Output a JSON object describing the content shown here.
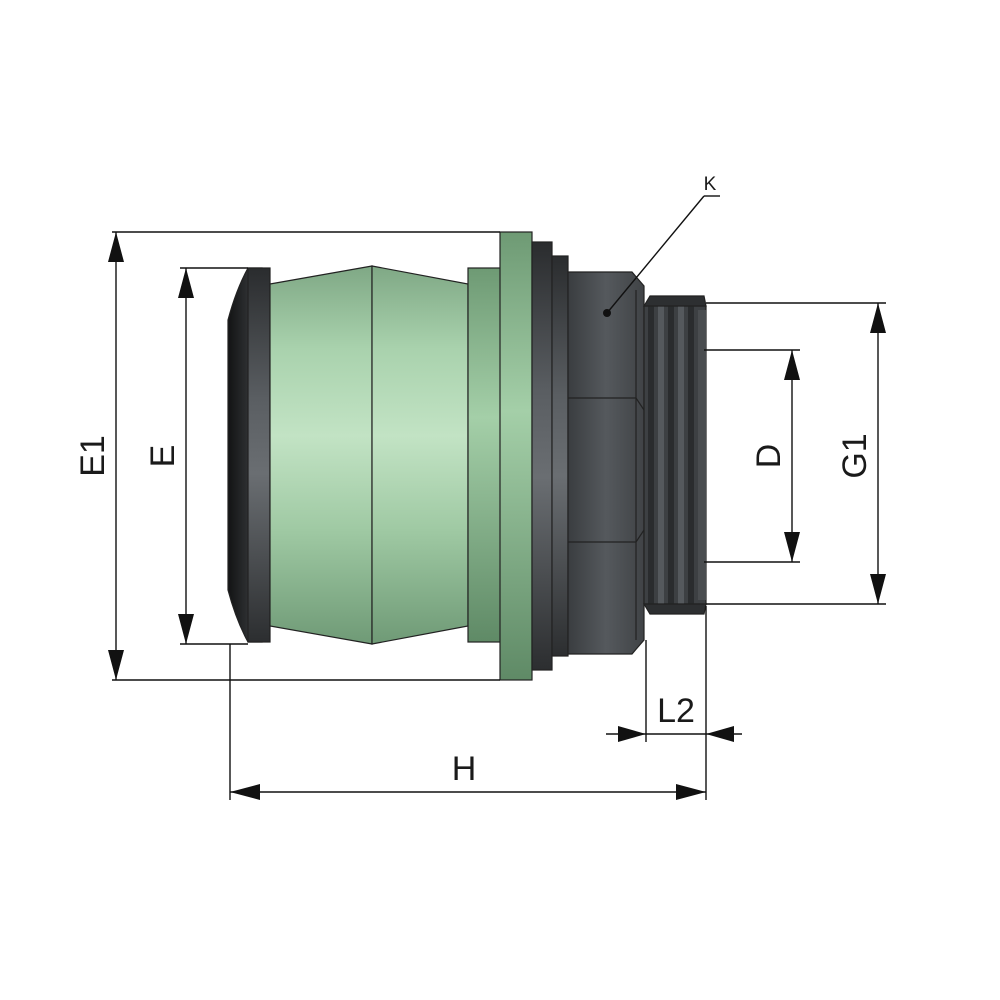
{
  "labels": {
    "e1": "E1",
    "e": "E",
    "d": "D",
    "g1": "G1",
    "l2": "L2",
    "h": "H",
    "k": "K"
  },
  "colors": {
    "body_green": "#9fc9a3",
    "body_dark": "#3c3f42",
    "seal_black": "#1e1f21"
  }
}
